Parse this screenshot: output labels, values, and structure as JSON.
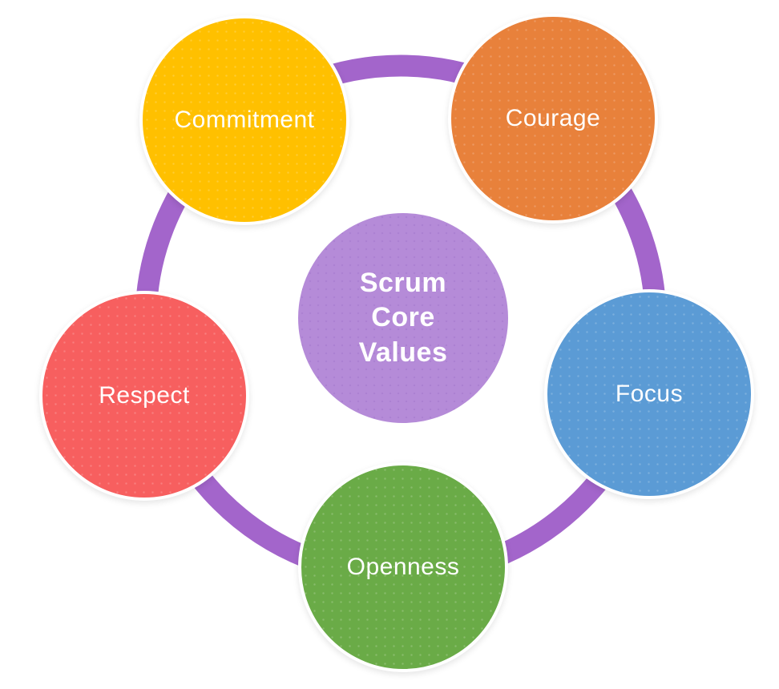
{
  "diagram": {
    "name": "Scrum Core Values Diagram",
    "ring_color": "#A365CB",
    "center": {
      "label": "Scrum Core Values",
      "color": "#B58BD8",
      "text_color": "#FFFFFF"
    },
    "values": [
      {
        "label": "Commitment",
        "color": "#FFC000",
        "position": "top-left"
      },
      {
        "label": "Courage",
        "color": "#E8813B",
        "position": "top-right"
      },
      {
        "label": "Focus",
        "color": "#5B9BD5",
        "position": "right"
      },
      {
        "label": "Openness",
        "color": "#6AAB47",
        "position": "bottom"
      },
      {
        "label": "Respect",
        "color": "#F75F5F",
        "position": "left"
      }
    ]
  }
}
